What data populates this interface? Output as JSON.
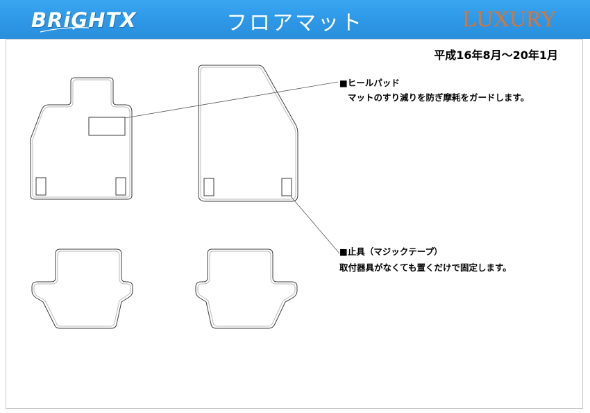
{
  "header": {
    "brand": "BRiGHTX",
    "title": "フロアマット",
    "grade": "LUXURY",
    "background_color": "#2f9be8",
    "grade_color": "#e2732a"
  },
  "period": "平成16年8月～20年1月",
  "notes": {
    "heel_pad": {
      "title": "■ヒールパッド",
      "description": "マットのすり減りを防ぎ摩耗をガードします。"
    },
    "fastener": {
      "title": "■止具（マジックテープ）",
      "description": "取付器具がなくても置くだけで固定します。"
    }
  }
}
